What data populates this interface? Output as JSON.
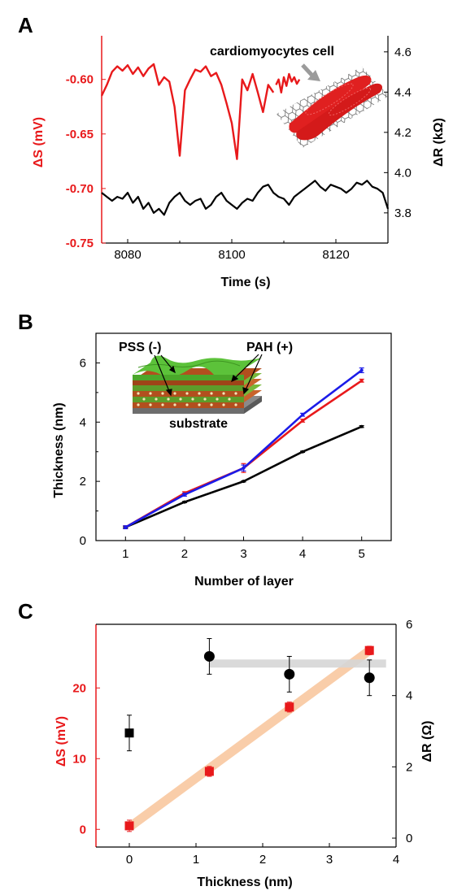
{
  "chart_data": [
    {
      "panel": "A",
      "type": "line",
      "xlabel": "Time (s)",
      "ylabel_left": "ΔS (mV)",
      "ylabel_right": "ΔR (kΩ)",
      "xlim": [
        8075,
        8130
      ],
      "ylim_left": [
        -0.75,
        -0.56
      ],
      "ylim_right": [
        3.65,
        4.68
      ],
      "x_ticks": [
        "8080",
        "8100",
        "8120"
      ],
      "y_left_ticks": [
        "-0.75",
        "-0.70",
        "-0.65",
        "-0.60"
      ],
      "y_right_ticks": [
        "3.8",
        "4.0",
        "4.2",
        "4.4",
        "4.6"
      ],
      "annotation": "cardiomyocytes cell",
      "colors": {
        "left": "#e8191b",
        "right": "#000000"
      },
      "series": [
        {
          "axis": "left",
          "color": "#e8191b",
          "x": [
            8075,
            8076,
            8077,
            8078,
            8079,
            8080,
            8081,
            8082,
            8083,
            8084,
            8085,
            8086,
            8087,
            8088,
            8089,
            8090,
            8091,
            8092,
            8093,
            8094,
            8095,
            8096,
            8097,
            8098,
            8099,
            8100,
            8101,
            8102,
            8103,
            8104,
            8105,
            8106,
            8107,
            8108
          ],
          "y": [
            -0.615,
            -0.605,
            -0.593,
            -0.588,
            -0.592,
            -0.587,
            -0.595,
            -0.589,
            -0.597,
            -0.59,
            -0.586,
            -0.605,
            -0.598,
            -0.602,
            -0.625,
            -0.67,
            -0.61,
            -0.6,
            -0.591,
            -0.593,
            -0.588,
            -0.597,
            -0.594,
            -0.605,
            -0.622,
            -0.64,
            -0.673,
            -0.6,
            -0.61,
            -0.595,
            -0.612,
            -0.63,
            -0.605,
            -0.612
          ]
        },
        {
          "axis": "left",
          "color": "#e8191b",
          "x": [
            8108.5,
            8109,
            8109.5,
            8110,
            8110.5,
            8111,
            8111.5,
            8112,
            8112.5,
            8113
          ],
          "y": [
            -0.605,
            -0.6,
            -0.612,
            -0.598,
            -0.606,
            -0.595,
            -0.602,
            -0.598,
            -0.604,
            -0.6
          ]
        },
        {
          "axis": "right",
          "color": "#000000",
          "x": [
            8075,
            8076,
            8077,
            8078,
            8079,
            8080,
            8081,
            8082,
            8083,
            8084,
            8085,
            8086,
            8087,
            8088,
            8089,
            8090,
            8091,
            8092,
            8093,
            8094,
            8095,
            8096,
            8097,
            8098,
            8099,
            8100,
            8101,
            8102,
            8103,
            8104,
            8105,
            8106,
            8107,
            8108,
            8109,
            8110,
            8111,
            8112,
            8113,
            8114,
            8115,
            8116,
            8117,
            8118,
            8119,
            8120,
            8121,
            8122,
            8123,
            8124,
            8125,
            8126,
            8127,
            8128,
            8129,
            8130
          ],
          "y": [
            3.9,
            3.88,
            3.86,
            3.88,
            3.87,
            3.9,
            3.85,
            3.88,
            3.82,
            3.85,
            3.8,
            3.82,
            3.79,
            3.85,
            3.88,
            3.9,
            3.86,
            3.84,
            3.86,
            3.87,
            3.82,
            3.84,
            3.88,
            3.9,
            3.86,
            3.84,
            3.82,
            3.85,
            3.87,
            3.86,
            3.9,
            3.93,
            3.94,
            3.9,
            3.88,
            3.87,
            3.84,
            3.88,
            3.9,
            3.92,
            3.94,
            3.96,
            3.93,
            3.91,
            3.94,
            3.93,
            3.92,
            3.9,
            3.92,
            3.95,
            3.94,
            3.96,
            3.93,
            3.92,
            3.9,
            3.82
          ]
        }
      ]
    },
    {
      "panel": "B",
      "type": "line",
      "xlabel": "Number of layer",
      "ylabel": "Thickness (nm)",
      "xlim": [
        0.5,
        5.5
      ],
      "ylim": [
        0,
        7
      ],
      "x_ticks": [
        "1",
        "2",
        "3",
        "4",
        "5"
      ],
      "y_ticks": [
        "0",
        "2",
        "4",
        "6"
      ],
      "labels": {
        "pss": "PSS (-)",
        "pah": "PAH (+)",
        "substrate": "substrate"
      },
      "x": [
        1,
        2,
        3,
        4,
        5
      ],
      "series": [
        {
          "color": "#e8191b",
          "values": [
            0.45,
            1.6,
            2.45,
            4.05,
            5.4
          ],
          "errors": [
            0.05,
            0.05,
            0.15,
            0.05,
            0.05
          ]
        },
        {
          "color": "#1b1be8",
          "values": [
            0.45,
            1.55,
            2.45,
            4.25,
            5.75
          ],
          "errors": [
            0.05,
            0.05,
            0.1,
            0.05,
            0.08
          ]
        },
        {
          "color": "#000000",
          "values": [
            0.45,
            1.3,
            2.0,
            3.0,
            3.85
          ],
          "errors": [
            0.02,
            0.02,
            0.02,
            0.02,
            0.03
          ]
        }
      ]
    },
    {
      "panel": "C",
      "type": "scatter",
      "xlabel": "Thickness (nm)",
      "ylabel_left": "ΔS (mV)",
      "ylabel_right": "ΔR (Ω)",
      "xlim": [
        -0.5,
        4
      ],
      "ylim_left": [
        -2.5,
        29
      ],
      "ylim_right": [
        -0.25,
        6
      ],
      "x_ticks": [
        "0",
        "1",
        "2",
        "3",
        "4"
      ],
      "y_left_ticks": [
        "0",
        "10",
        "20"
      ],
      "y_right_ticks": [
        "0",
        "2",
        "4",
        "6"
      ],
      "series": [
        {
          "axis": "left",
          "marker": "square",
          "color": "#e8191b",
          "x": [
            0,
            1.2,
            2.4,
            3.6
          ],
          "y": [
            0.5,
            8.2,
            17.3,
            25.3
          ],
          "errors": [
            0.8,
            0.7,
            0.7,
            0.6
          ]
        },
        {
          "axis": "right",
          "marker": "circle",
          "color": "#000000",
          "x": [
            1.2,
            2.4,
            3.6
          ],
          "y": [
            5.1,
            4.6,
            4.5
          ],
          "errors": [
            0.5,
            0.5,
            0.5
          ]
        },
        {
          "axis": "right",
          "marker": "square",
          "color": "#000000",
          "x": [
            0
          ],
          "y": [
            2.95
          ],
          "errors": [
            0.5
          ]
        }
      ],
      "fit_lines": [
        {
          "axis": "left",
          "color": "#f9c8a0",
          "x": [
            0,
            3.6
          ],
          "y": [
            0.3,
            25.3
          ]
        },
        {
          "axis": "right",
          "color": "#d6d6d6",
          "x": [
            1.2,
            3.85
          ],
          "y": [
            4.9,
            4.9
          ]
        }
      ]
    }
  ]
}
